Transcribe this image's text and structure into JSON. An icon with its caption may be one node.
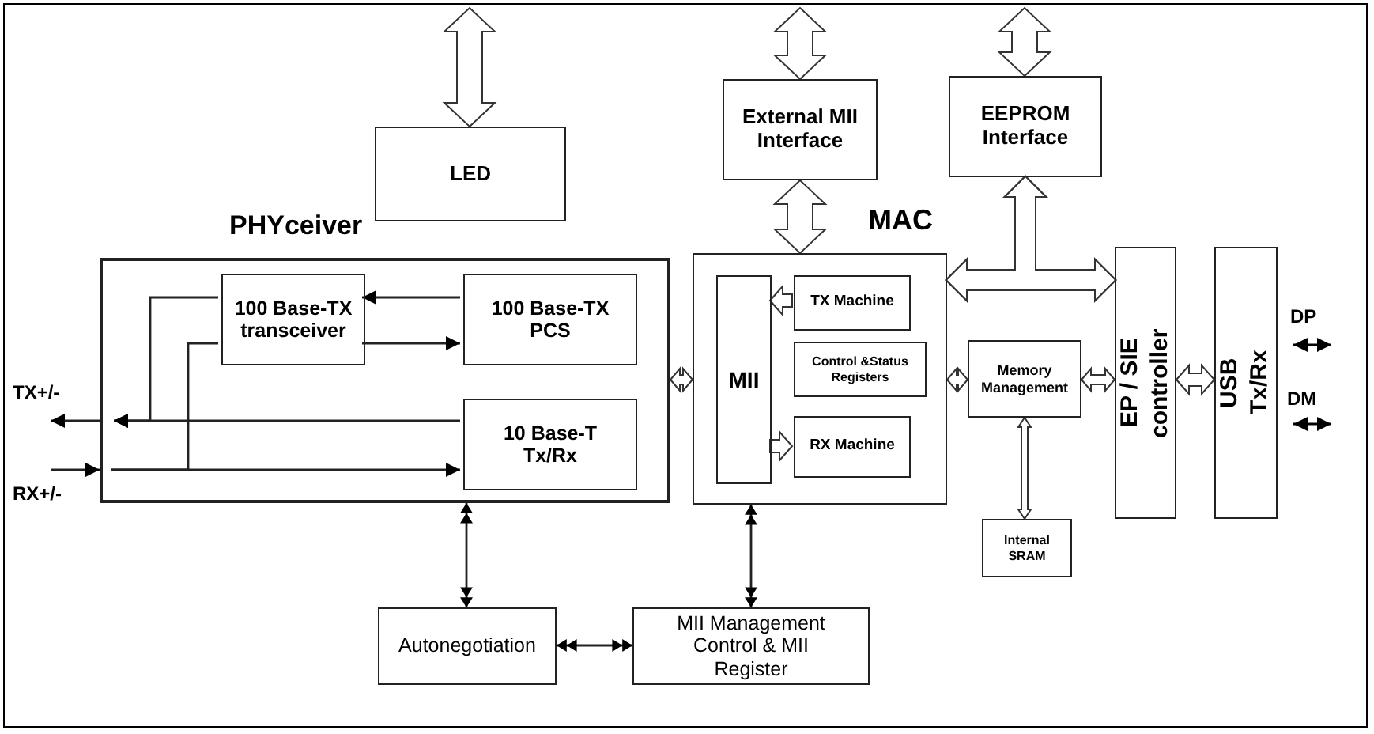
{
  "diagram": {
    "nodes": [
      {
        "text": [
          "LED"
        ]
      },
      {
        "text": [
          "External MII Interface"
        ]
      },
      {
        "text": [
          "EEPROM Interface"
        ]
      },
      {
        "text": [
          "PHYceiver"
        ]
      },
      {
        "text": [
          "100 Base-TX transceiver"
        ],
        "in": 3
      },
      {
        "text": [
          "100 Base-TX PCS"
        ],
        "in": 3
      },
      {
        "text": [
          "10 Base-T Tx/Rx"
        ],
        "in": 3
      },
      {
        "text": [
          "MAC"
        ]
      },
      {
        "text": [
          "MII"
        ],
        "in": 7
      },
      {
        "text": [
          "TX Machine"
        ],
        "in": 7
      },
      {
        "text": [
          "Control &Status Registers"
        ],
        "in": 7
      },
      {
        "text": [
          "RX Machine"
        ],
        "in": 7
      },
      {
        "text": [
          "Memory Management"
        ]
      },
      {
        "text": [
          "Internal SRAM"
        ]
      },
      {
        "text": [
          "EP / SIE controller"
        ]
      },
      {
        "text": [
          "USB Tx/Rx"
        ],
        "beside": [
          "DP",
          "DM"
        ]
      },
      {
        "text": [
          "Autonegotiation"
        ]
      },
      {
        "text": [
          "MII Management Control & MII Register"
        ]
      },
      {
        "text": [
          "TX+/-"
        ]
      },
      {
        "text": [
          "RX+/-"
        ]
      }
    ],
    "edges": [
      {
        "from": 0,
        "to": null,
        "arrow": "both",
        "style": "thick"
      },
      {
        "from": 1,
        "to": null,
        "arrow": "both",
        "style": "thick"
      },
      {
        "from": 2,
        "to": null,
        "arrow": "both",
        "style": "thick"
      },
      {
        "from": 1,
        "to": 7,
        "arrow": "both",
        "style": "thick"
      },
      {
        "from": 2,
        "to": 7,
        "arrow": "both",
        "style": "thick"
      },
      {
        "from": 2,
        "to": 14,
        "arrow": "both",
        "style": "thick"
      },
      {
        "from": 7,
        "to": 14,
        "arrow": "both",
        "style": "thick"
      },
      {
        "from": 3,
        "to": 7,
        "arrow": "both",
        "style": "thick"
      },
      {
        "from": 7,
        "to": 12,
        "arrow": "both",
        "style": "thick"
      },
      {
        "from": 12,
        "to": 14,
        "arrow": "both",
        "style": "thick"
      },
      {
        "from": 14,
        "to": 15,
        "arrow": "both",
        "style": "thick"
      },
      {
        "from": 12,
        "to": 13,
        "arrow": "both",
        "style": "thick"
      },
      {
        "from": 9,
        "to": 8,
        "arrow": "to",
        "style": "thick"
      },
      {
        "from": 8,
        "to": 11,
        "arrow": "to",
        "style": "thick"
      },
      {
        "from": 5,
        "to": 4,
        "arrow": "to"
      },
      {
        "from": 4,
        "to": 5,
        "arrow": "to"
      },
      {
        "from": 6,
        "to": null,
        "arrow": "to"
      },
      {
        "from": 4,
        "to": null,
        "arrow": "to"
      },
      {
        "from": null,
        "to": 6,
        "arrow": "to"
      },
      {
        "from": null,
        "to": 4,
        "arrow": "none"
      },
      {
        "from": 3,
        "to": 18,
        "arrow": "to"
      },
      {
        "from": 19,
        "to": 3,
        "arrow": "to"
      },
      {
        "from": 3,
        "to": 16,
        "arrow": "both"
      },
      {
        "from": 7,
        "to": 17,
        "arrow": "both"
      },
      {
        "from": 16,
        "to": 17,
        "arrow": "both"
      }
    ]
  }
}
